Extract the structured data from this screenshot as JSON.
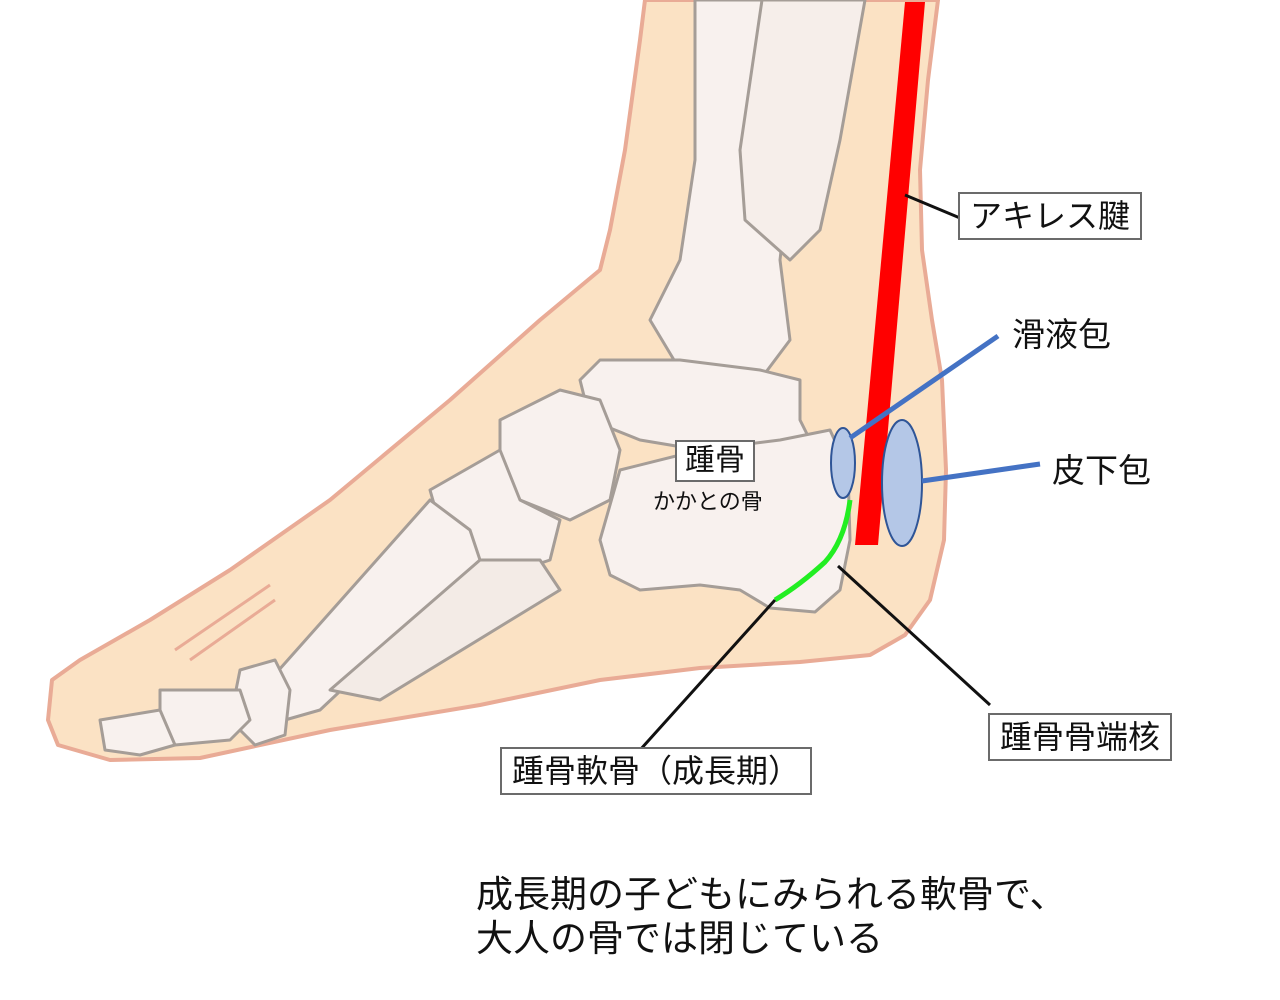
{
  "diagram": {
    "subject": "ankle-heel-anatomy-lateral-view",
    "colors": {
      "skin_fill": "#fbe2c4",
      "skin_outline": "#e9ab96",
      "bone_fill": "#f8f1ee",
      "bone_shade": "#e2d6cd",
      "bone_outline": "#a59d97",
      "achilles_tendon": "#ff0000",
      "bursa_fill": "#b4c7e7",
      "bursa_outline": "#2f5597",
      "bursa_leader": "#4472c4",
      "cartilage_line": "#22ee22",
      "leader_line": "#111111"
    },
    "labels": {
      "achilles_tendon": "アキレス腱",
      "synovial_bursa": "滑液包",
      "subcutaneous_bursa": "皮下包",
      "calcaneus": "踵骨",
      "calcaneus_sub": "かかとの骨",
      "calcaneal_apophysis": "踵骨骨端核",
      "calcaneal_cartilage": "踵骨軟骨（成長期）"
    },
    "caption": {
      "line1": "成長期の子どもにみられる軟骨で、",
      "line2": "大人の骨では閉じている"
    }
  }
}
